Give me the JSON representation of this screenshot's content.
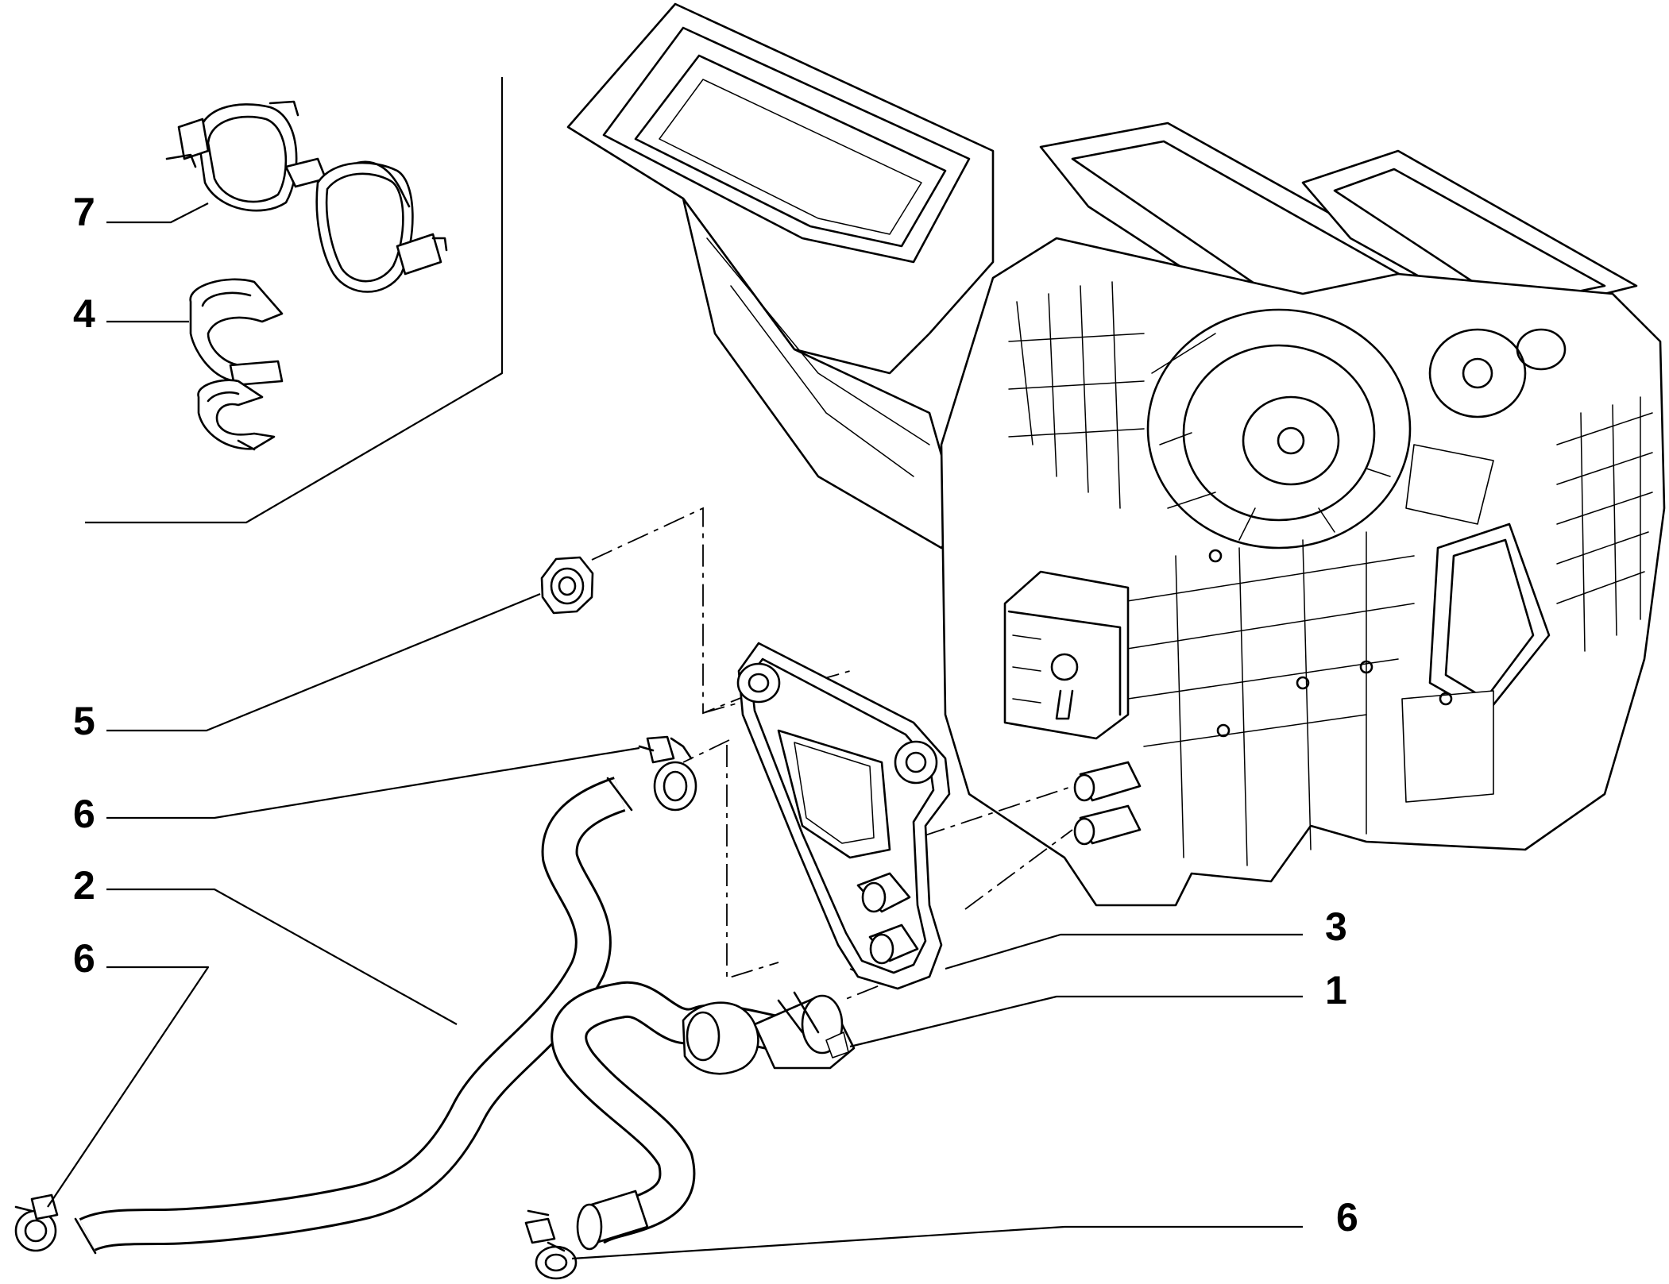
{
  "callouts": [
    {
      "id": "7",
      "text": "7"
    },
    {
      "id": "4",
      "text": "4"
    },
    {
      "id": "5",
      "text": "5"
    },
    {
      "id": "6a",
      "text": "6"
    },
    {
      "id": "2",
      "text": "2"
    },
    {
      "id": "6b",
      "text": "6"
    },
    {
      "id": "3",
      "text": "3"
    },
    {
      "id": "1",
      "text": "1"
    },
    {
      "id": "6c",
      "text": "6"
    }
  ]
}
